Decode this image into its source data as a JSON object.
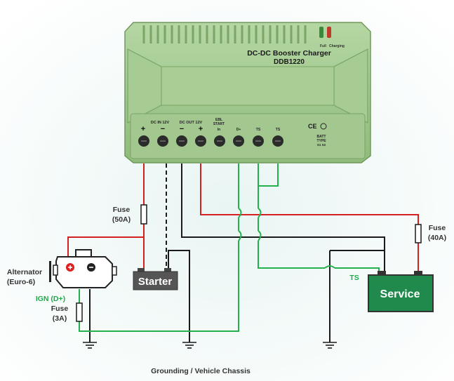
{
  "charger": {
    "title": "DC-DC Booster Charger",
    "model": "DDB1220",
    "led_full": "Full",
    "led_charging": "Charging",
    "terminal_labels": {
      "dc_in": "DC IN 12V",
      "dc_out": "DC OUT 12V",
      "ebl": "EBL",
      "start": "START",
      "in": "In",
      "d_plus": "D+",
      "ts1": "TS",
      "ts2": "TS",
      "plus1": "+",
      "minus1": "−",
      "minus2": "−",
      "plus2": "+"
    },
    "ce_mark": "CE",
    "batt_type": "BATT",
    "batt_type2": "TYPE",
    "batt_nums": "S1  S2"
  },
  "labels": {
    "fuse_50_name": "Fuse",
    "fuse_50_value": "(50A)",
    "fuse_40_name": "Fuse",
    "fuse_40_value": "(40A)",
    "fuse_3_name": "Fuse",
    "fuse_3_value": "(3A)",
    "alternator": "Alternator",
    "alternator_sub": "(Euro-6)",
    "ign": "IGN (D+)",
    "starter": "Starter",
    "service": "Service",
    "ts": "TS",
    "ground": "Grounding / Vehicle Chassis"
  },
  "colors": {
    "red_wire": "#d42020",
    "green_wire": "#22b14c",
    "black_wire": "#1a1a1a",
    "charger_body": "#9bc486",
    "charger_dark": "#7aa566",
    "starter_box": "#555555",
    "service_box": "#1f8a4c",
    "ign_text": "#22a84a",
    "ts_text": "#22a84a"
  }
}
